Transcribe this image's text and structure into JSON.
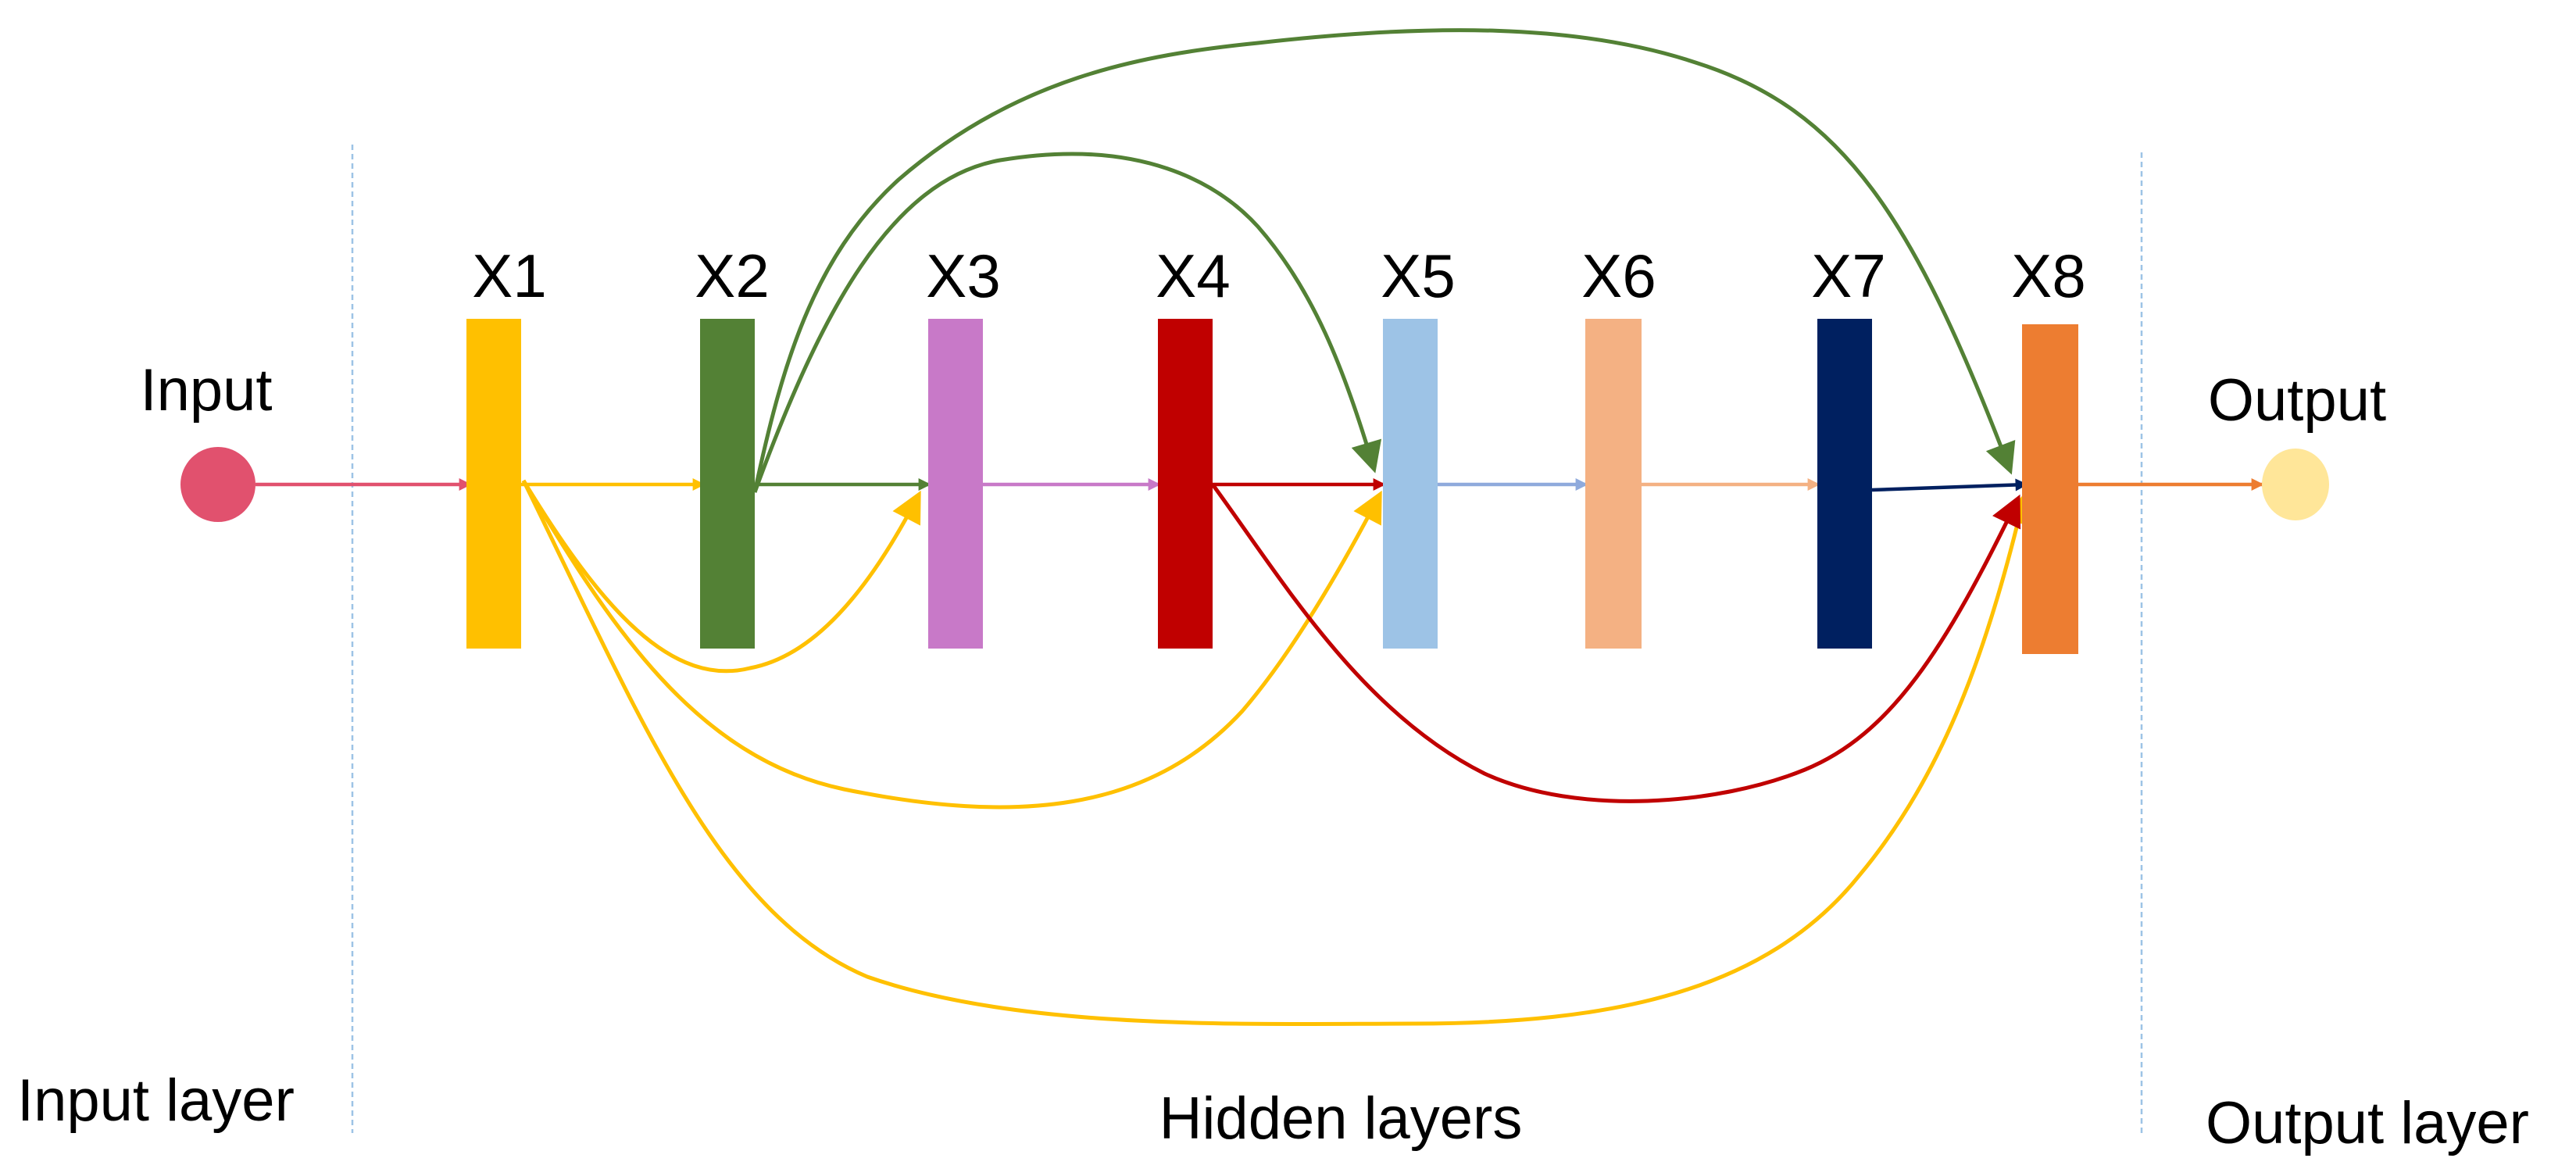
{
  "labels": {
    "input": "Input",
    "output": "Output",
    "input_layer": "Input layer",
    "hidden_layers": "Hidden layers",
    "output_layer": "Output layer"
  },
  "input_node": {
    "color": "#E1516E"
  },
  "output_node": {
    "color": "#FFE699"
  },
  "divider_color": "#9DC3E6",
  "hidden_nodes": [
    {
      "id": "x1",
      "label": "X1",
      "color": "#FFC000"
    },
    {
      "id": "x2",
      "label": "X2",
      "color": "#538135"
    },
    {
      "id": "x3",
      "label": "X3",
      "color": "#C879C8"
    },
    {
      "id": "x4",
      "label": "X4",
      "color": "#C00000"
    },
    {
      "id": "x5",
      "label": "X5",
      "color": "#9DC3E6"
    },
    {
      "id": "x6",
      "label": "X6",
      "color": "#F4B183"
    },
    {
      "id": "x7",
      "label": "X7",
      "color": "#002060"
    },
    {
      "id": "x8",
      "label": "X8",
      "color": "#ED7D31"
    }
  ],
  "sequential_edges": [
    {
      "from": "input",
      "to": "x1",
      "color": "#E1516E"
    },
    {
      "from": "x1",
      "to": "x2",
      "color": "#FFC000"
    },
    {
      "from": "x2",
      "to": "x3",
      "color": "#538135"
    },
    {
      "from": "x3",
      "to": "x4",
      "color": "#C879C8"
    },
    {
      "from": "x4",
      "to": "x5",
      "color": "#C00000"
    },
    {
      "from": "x5",
      "to": "x6",
      "color": "#8FAADC"
    },
    {
      "from": "x6",
      "to": "x7",
      "color": "#F4B183"
    },
    {
      "from": "x7",
      "to": "x8",
      "color": "#002060"
    },
    {
      "from": "x8",
      "to": "output",
      "color": "#ED7D31"
    }
  ],
  "skip_connections": [
    {
      "from": "x1",
      "to": "x3",
      "color": "#FFC000"
    },
    {
      "from": "x1",
      "to": "x5",
      "color": "#FFC000"
    },
    {
      "from": "x1",
      "to": "x8",
      "color": "#FFC000"
    },
    {
      "from": "x2",
      "to": "x5",
      "color": "#538135"
    },
    {
      "from": "x2",
      "to": "x8",
      "color": "#538135"
    },
    {
      "from": "x4",
      "to": "x8",
      "color": "#C00000"
    }
  ]
}
